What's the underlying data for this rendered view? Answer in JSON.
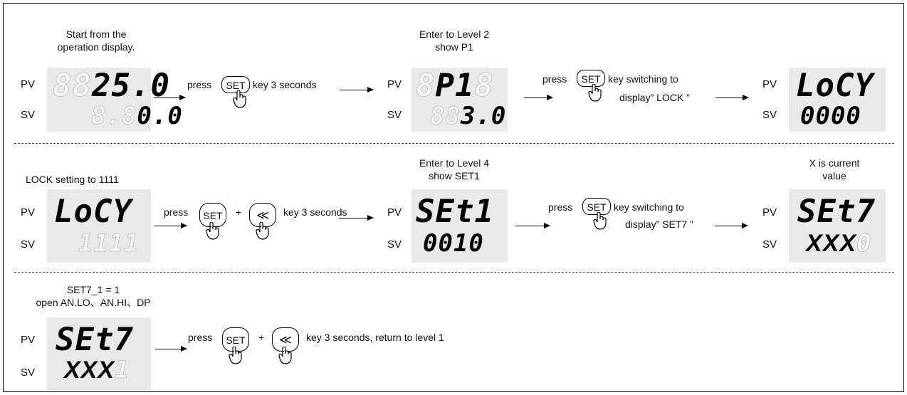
{
  "labels": {
    "pv": "PV",
    "sv": "SV"
  },
  "keys": {
    "set": "SET",
    "shift": "≪"
  },
  "row1": {
    "cap1": [
      "Start from the",
      "operation display."
    ],
    "d1": {
      "pv_ghost": "88",
      "pv": "25.0",
      "sv_ghost": "8.8",
      "sv": "0.0"
    },
    "act1": {
      "pre": "press",
      "post": "key 3 seconds"
    },
    "cap2": [
      "Enter to Level 2",
      "show P1"
    ],
    "d2": {
      "pv_ghost": "8",
      "pv": "P1",
      "pv_ghost2": "8",
      "sv_ghost": "88",
      "sv": "3.0"
    },
    "act2": {
      "pre": "press",
      "post1": "key switching  to",
      "post2": "display” LOCK ”"
    },
    "d3": {
      "pv": "LoCY",
      "sv": "0000"
    }
  },
  "row2": {
    "cap1": "LOCK setting to 1111",
    "d1": {
      "pv": "LoCY",
      "sv": "1111"
    },
    "act1": {
      "pre": "press",
      "plus": "+",
      "post": "key 3 seconds"
    },
    "cap2": [
      "Enter to Level 4",
      "show SET1"
    ],
    "d2": {
      "pv": "SEt1",
      "sv": "0010"
    },
    "act2": {
      "pre": "press",
      "post1": "key switching  to",
      "post2": "display” SET7 ”"
    },
    "cap3": [
      "X is current",
      "value"
    ],
    "d3": {
      "pv": "SEt7",
      "sv": "XXX",
      "sv_ghost": "0"
    }
  },
  "row3": {
    "cap1": [
      "SET7_1 = 1",
      "open AN.LO、AN.HI、DP"
    ],
    "d1": {
      "pv": "SEt7",
      "sv": "XXX",
      "sv_ghost": "1"
    },
    "act1": {
      "pre": "press",
      "plus": "+",
      "post": "key 3 seconds, return to level 1"
    }
  }
}
